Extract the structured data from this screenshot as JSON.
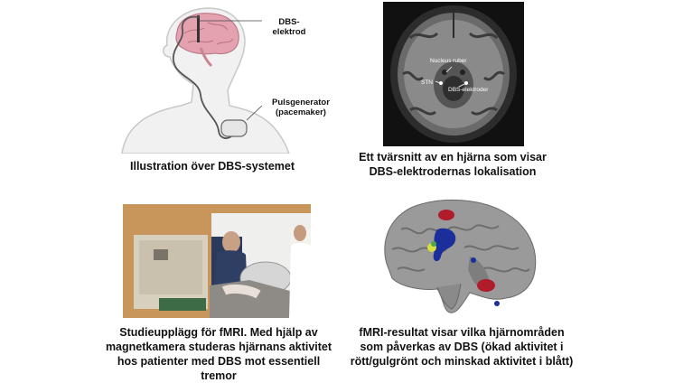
{
  "panels": {
    "illustration": {
      "labels": {
        "electrode": "DBS-\nelektrod",
        "pulse_generator": "Pulsgenerator\n(pacemaker)"
      },
      "caption": "Illustration över DBS-systemet"
    },
    "mri": {
      "labels": {
        "nucleus_ruber": "Nucleus ruber",
        "stn": "STN",
        "dbs_electrode": "DBS-elektroder"
      },
      "caption": "Ett tvärsnitt av en hjärna som visar\nDBS-elektrodernas lokalisation"
    },
    "study": {
      "caption": "Studieupplägg för fMRI. Med hjälp av\nmagnetkamera studeras hjärnans aktivitet\nhos patienter med DBS mot essentiell tremor"
    },
    "fmri": {
      "caption": "fMRI-resultat visar vilka hjärnområden\nsom påverkas av DBS (ökad aktivitet i\nrött/gulgrönt och minskad aktivitet i blått)"
    }
  }
}
